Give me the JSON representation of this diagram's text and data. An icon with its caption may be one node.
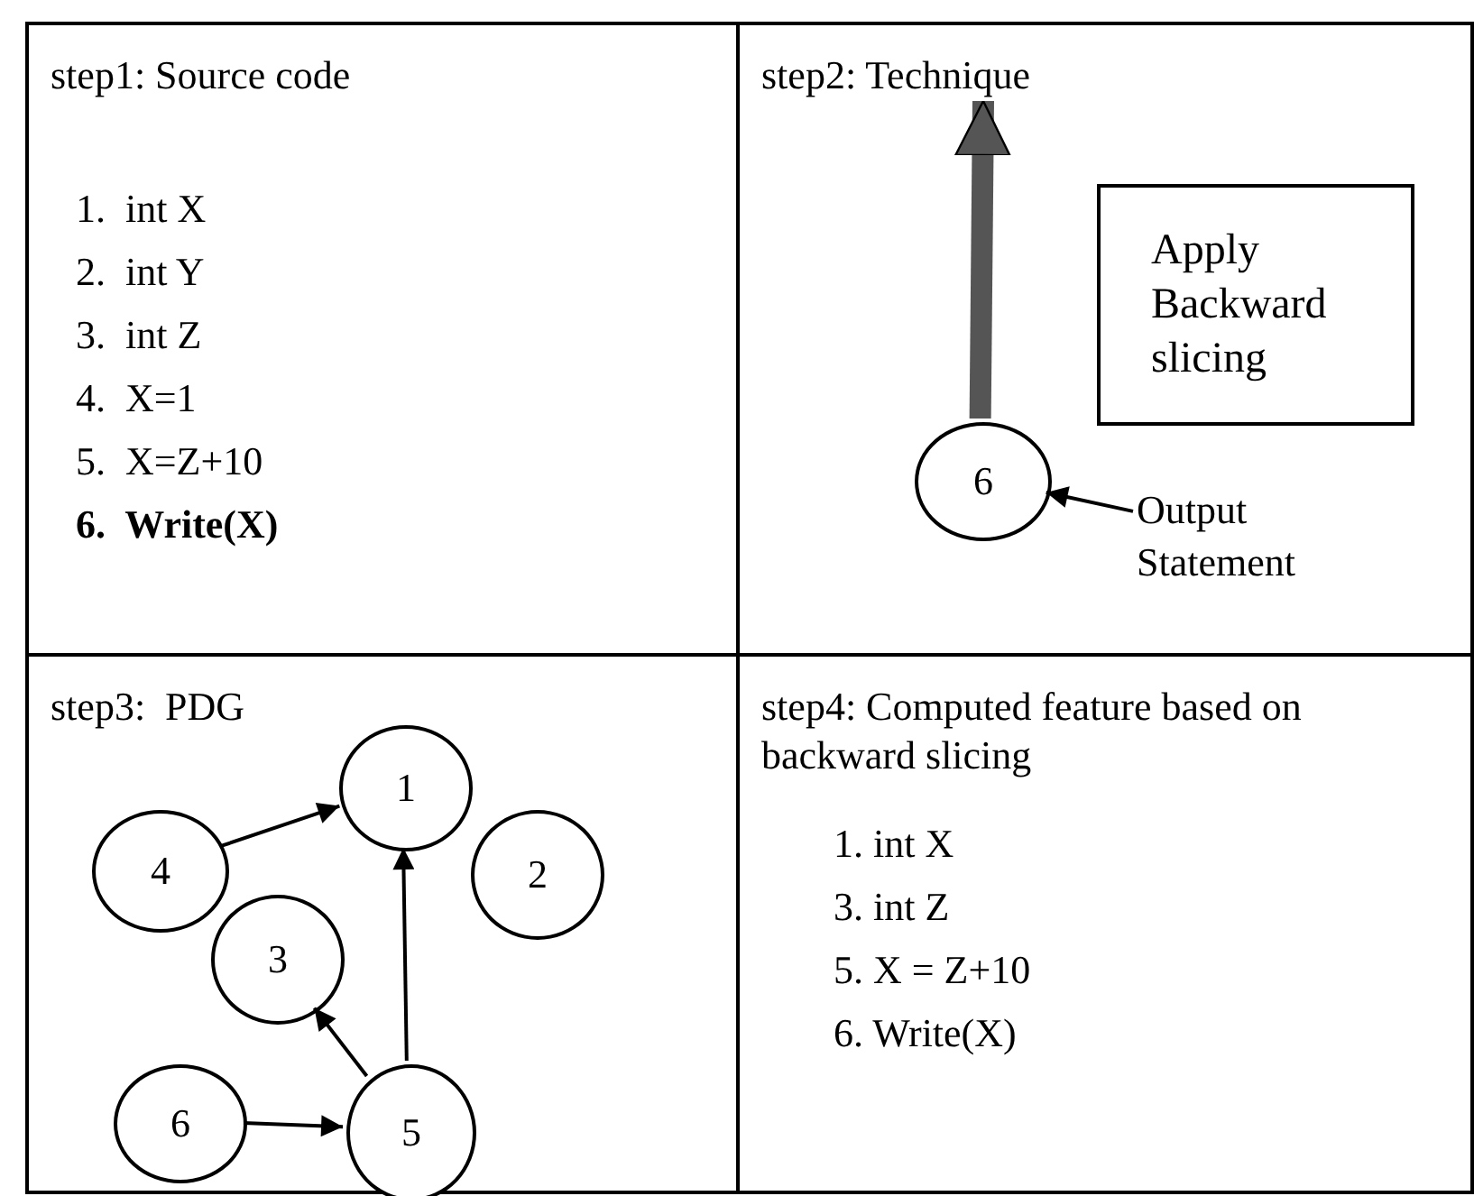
{
  "diagram": {
    "nodes": [
      {
        "text": [
          "step1: Source code",
          "1.  int X",
          "2.  int Y",
          "3.  int Z",
          "4.  X=1",
          "5.  X=Z+10",
          "6.  Write(X)"
        ]
      },
      {
        "text": [
          "step2: Technique"
        ]
      },
      {
        "text": [
          "Apply Backward slicing"
        ],
        "in": 1
      },
      {
        "text": [
          "6"
        ],
        "in": 1
      },
      {
        "text": [
          "Output Statement"
        ],
        "in": 1
      },
      {
        "text": [
          "step3:  PDG"
        ]
      },
      {
        "text": [
          "1"
        ],
        "in": 5
      },
      {
        "text": [
          "4"
        ],
        "in": 5
      },
      {
        "text": [
          "2"
        ],
        "in": 5
      },
      {
        "text": [
          "3"
        ],
        "in": 5
      },
      {
        "text": [
          "6"
        ],
        "in": 5
      },
      {
        "text": [
          "5"
        ],
        "in": 5
      },
      {
        "text": [
          "step4: Computed feature based on backward slicing",
          "1. int X",
          "3. int Z",
          "5. X = Z+10",
          "6. Write(X)"
        ]
      }
    ],
    "edges": [
      {
        "from": 3,
        "to": null,
        "arrow": "to",
        "style": "thick",
        "color": "#555555"
      },
      {
        "from": 4,
        "to": 3,
        "arrow": "to"
      },
      {
        "from": 7,
        "to": 6,
        "arrow": "to"
      },
      {
        "from": 11,
        "to": 6,
        "arrow": "to"
      },
      {
        "from": 11,
        "to": 9,
        "arrow": "to"
      },
      {
        "from": 10,
        "to": 11,
        "arrow": "to"
      }
    ]
  }
}
